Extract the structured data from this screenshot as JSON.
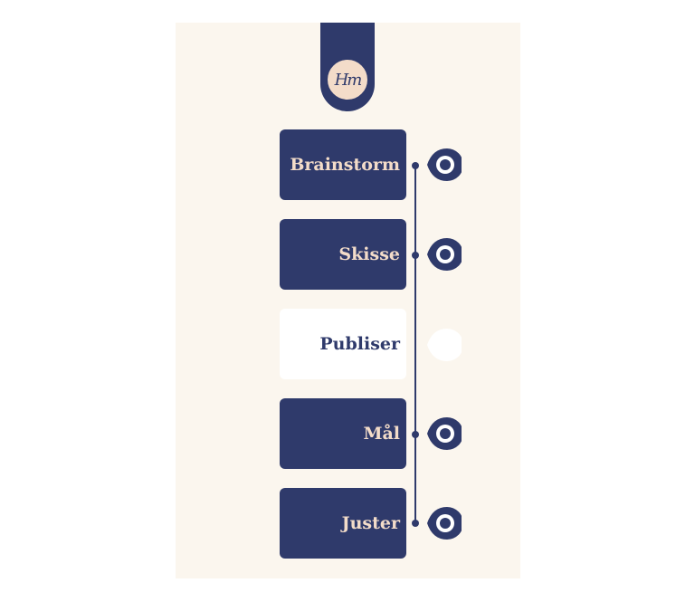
{
  "logo": {
    "text": "Hm"
  },
  "steps": [
    {
      "label": "Brainstorm",
      "active": false
    },
    {
      "label": "Skisse",
      "active": false
    },
    {
      "label": "Publiser",
      "active": true
    },
    {
      "label": "Mål",
      "active": false
    },
    {
      "label": "Juster",
      "active": false
    }
  ],
  "colors": {
    "navy": "#2f3a6b",
    "cream": "#fbf6ee",
    "peach": "#f3dcc9",
    "white": "#ffffff"
  },
  "icons": [
    "location-pin-icon"
  ]
}
